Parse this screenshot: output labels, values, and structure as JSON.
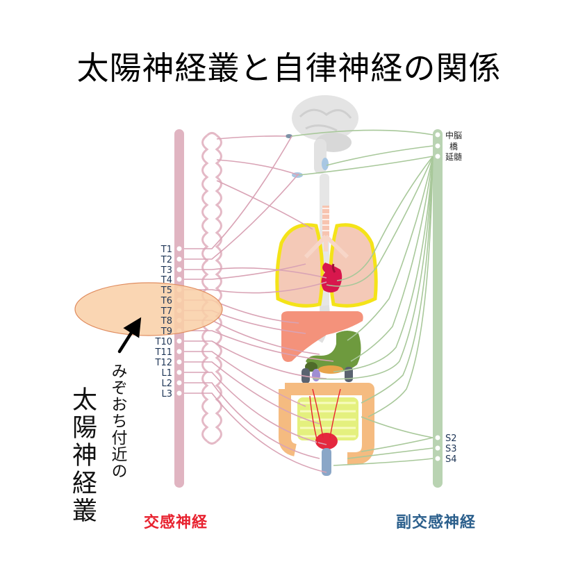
{
  "title": "太陽神経叢と自律神経の関係",
  "caption_small": "みぞおち付近の",
  "caption_big": "太陽神経叢",
  "sympathetic_label": "交感神経",
  "parasympathetic_label": "副交感神経",
  "spinal_levels": [
    "T1",
    "T2",
    "T3",
    "T4",
    "T5",
    "T6",
    "T7",
    "T8",
    "T9",
    "T10",
    "T11",
    "T12",
    "L1",
    "L2",
    "L3"
  ],
  "brain_levels": [
    "中脳",
    "橋",
    "延髄"
  ],
  "sacral_levels": [
    "S2",
    "S3",
    "S4"
  ],
  "colors": {
    "sympathetic": "#e8222f",
    "parasympathetic": "#2b5f8c",
    "sympathetic_nerve": "#d9a3b5",
    "parasympathetic_nerve": "#a8c89a",
    "highlight": "#f9cfa6"
  },
  "icons": [
    "arrow-up-right-icon"
  ]
}
